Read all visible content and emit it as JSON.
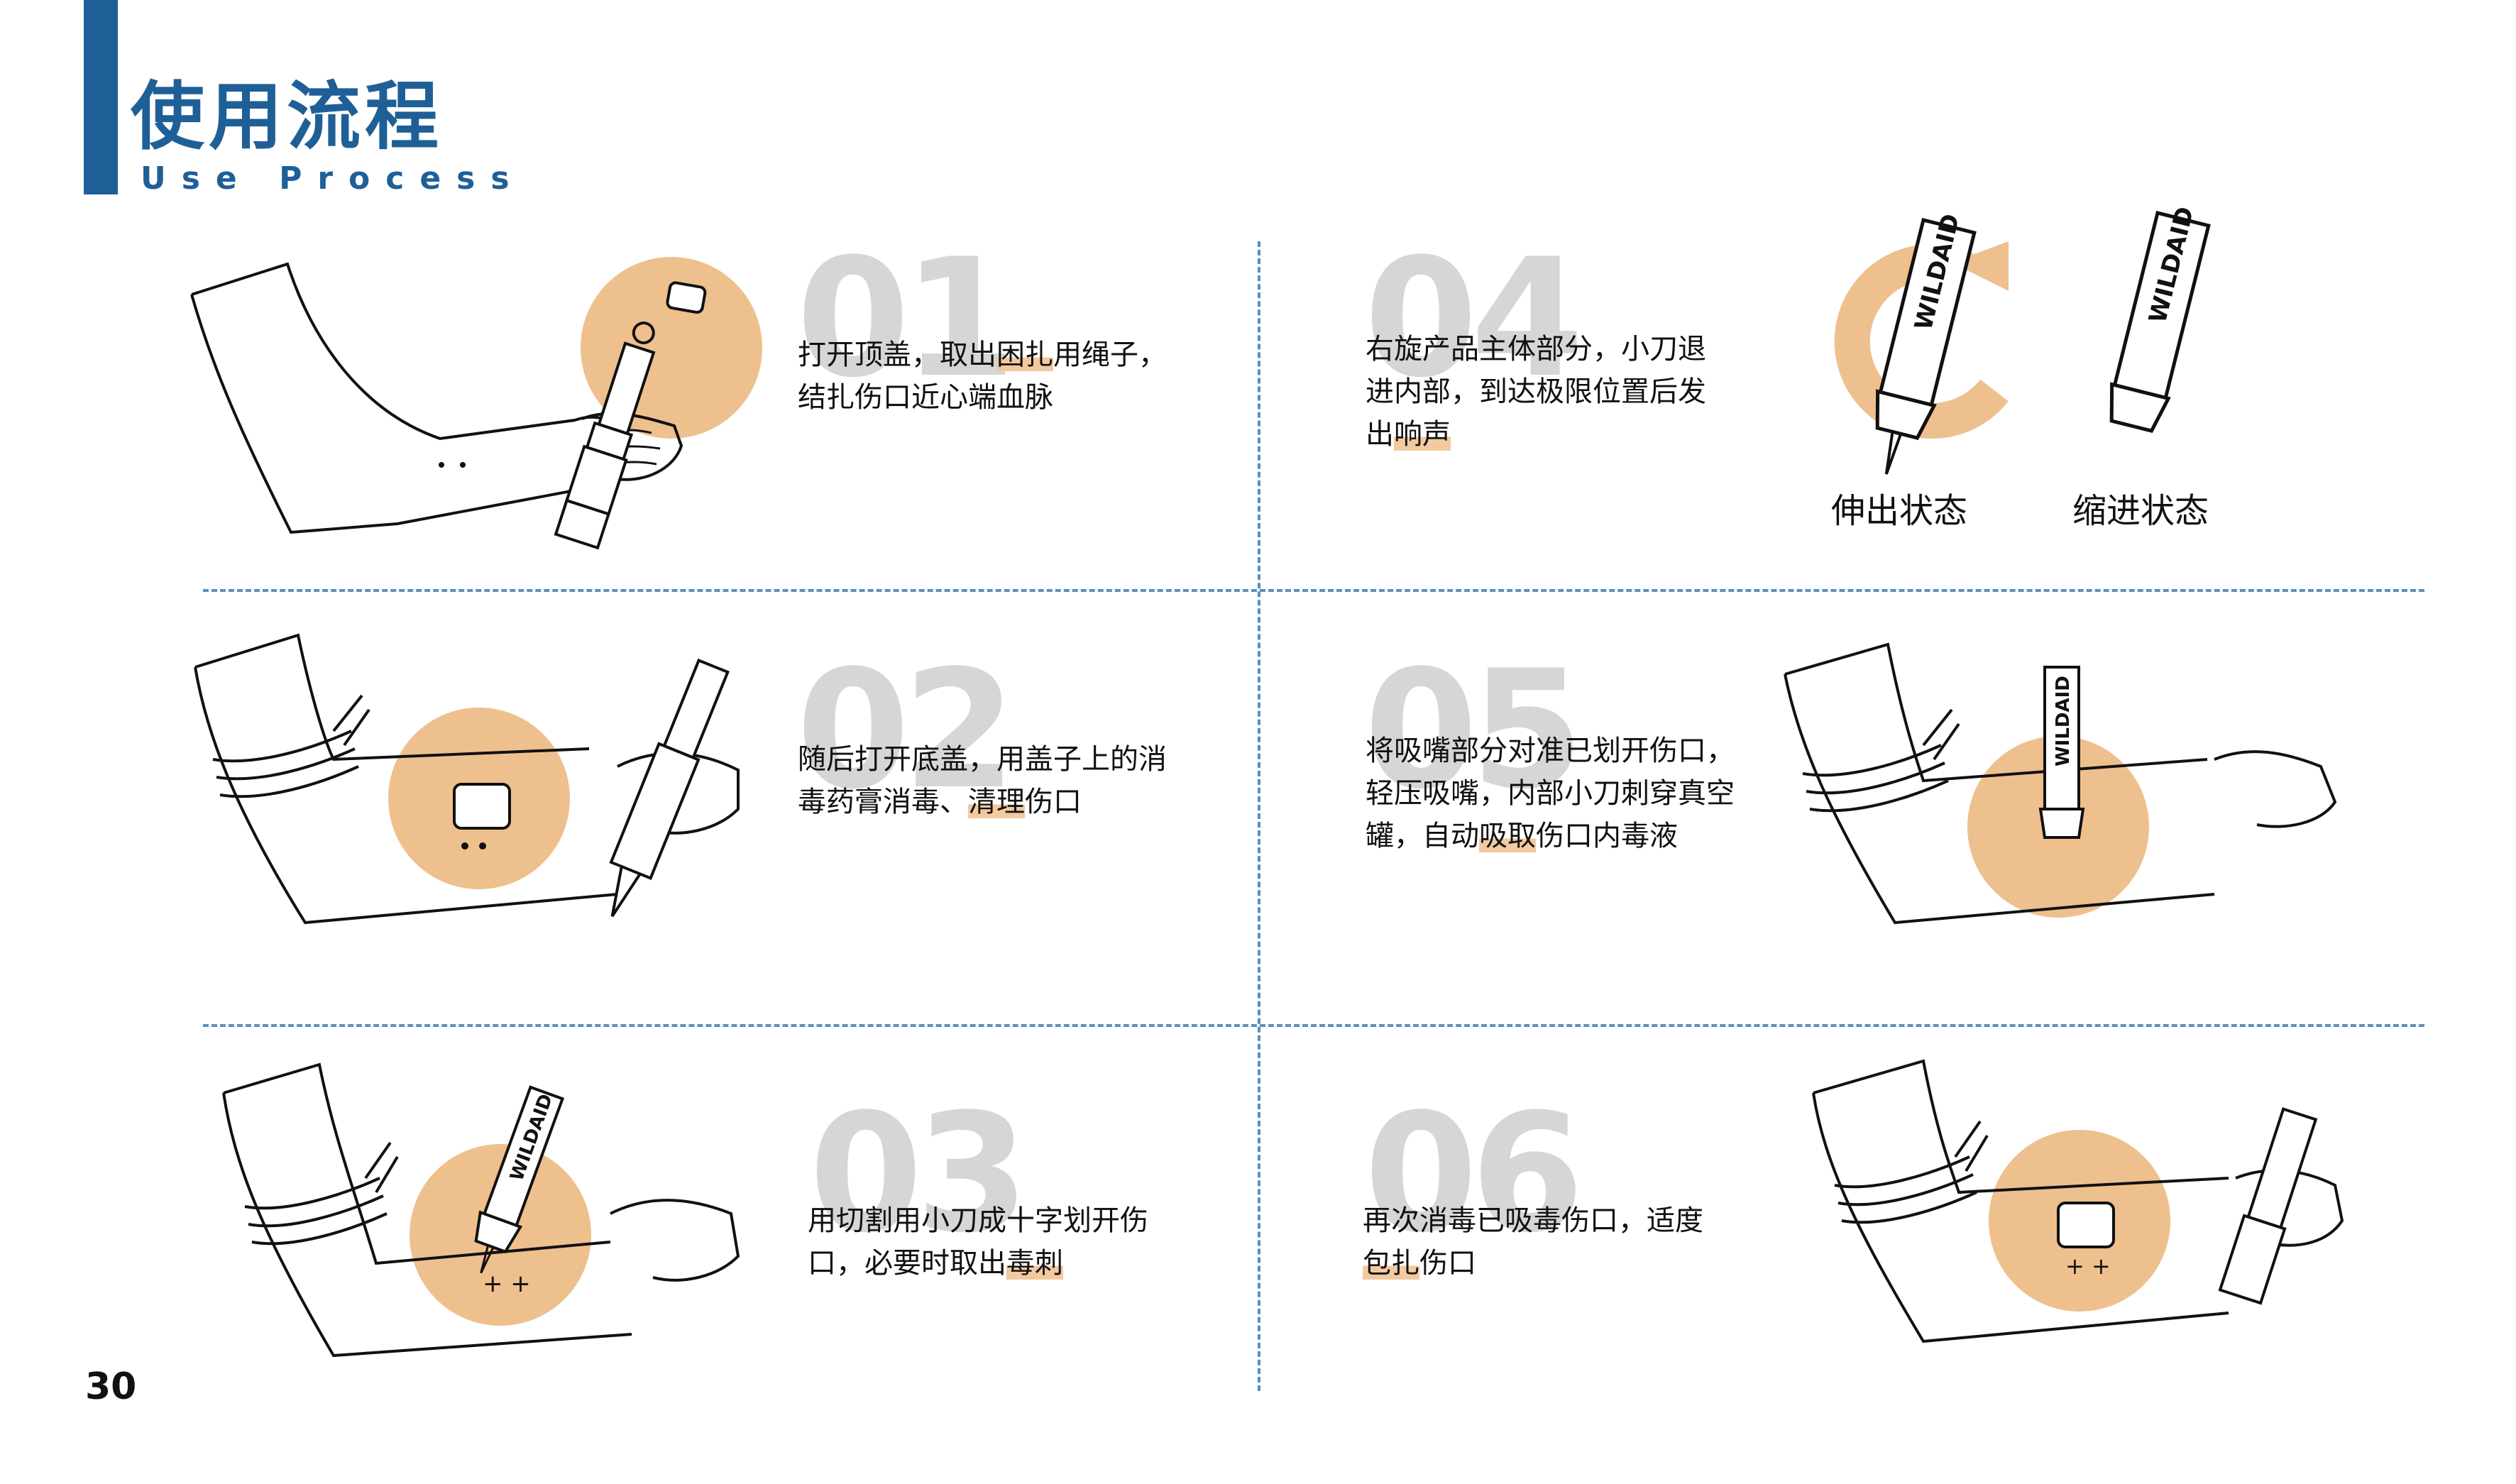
{
  "header": {
    "title_zh": "使用流程",
    "title_en": "Use Process"
  },
  "steps": [
    {
      "num": "01",
      "segments": [
        "打开顶盖，取出",
        "困扎",
        "用绳子，",
        "\n",
        "结扎伤口近心端血脉"
      ]
    },
    {
      "num": "02",
      "segments": [
        "随后打开底盖，用盖子上的消",
        "\n",
        "毒药膏消毒、",
        "清理",
        "伤口"
      ]
    },
    {
      "num": "03",
      "segments": [
        "用切割用小刀成十字划开伤",
        "\n",
        "口，必要时取出",
        "毒刺"
      ]
    },
    {
      "num": "04",
      "segments": [
        "右旋产品主体部分，小刀退",
        "\n",
        "进内部，到达极限位置后发",
        "\n",
        "出",
        "响声"
      ]
    },
    {
      "num": "05",
      "segments": [
        "将吸嘴部分对准已划开伤口，",
        "\n",
        "轻压吸嘴，内部小刀刺穿真空",
        "\n",
        "罐，自动",
        "吸取",
        "伤口内毒液"
      ]
    },
    {
      "num": "06",
      "segments": [
        "再次消毒已吸毒伤口，适度",
        "\n",
        "包扎",
        "伤口"
      ]
    }
  ],
  "states": {
    "extended": "伸出状态",
    "retracted": "缩进状态"
  },
  "brand": "WILDAID",
  "page_number": "30",
  "colors": {
    "accent_blue": "#1f5f97",
    "highlight_orange": "#f2c9a0",
    "circle_orange": "#eec08e",
    "step_number_gray": "#d6d6d6",
    "divider": "#5a8fbd"
  },
  "icons": [
    "arm-illustration",
    "bandage-icon",
    "tourniquet-rope",
    "wildaid-device",
    "rotate-arrow-icon"
  ]
}
